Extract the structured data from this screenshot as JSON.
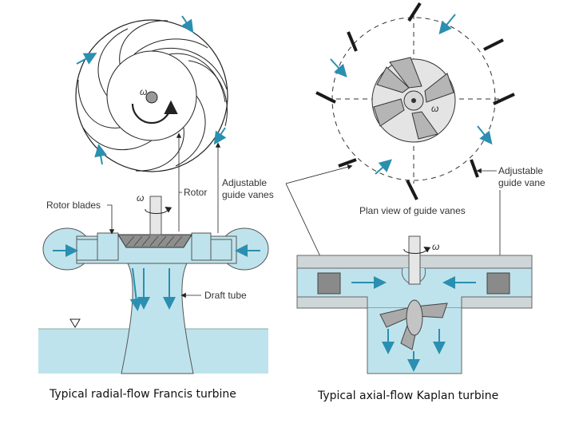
{
  "labels": {
    "omega": "ω",
    "rotor_blades": "Rotor blades",
    "rotor": "Rotor",
    "adjustable_guide_vanes_1": "Adjustable",
    "adjustable_guide_vanes_2": "guide vanes",
    "draft_tube": "Draft tube",
    "adjustable_guide_vane_1": "Adjustable",
    "adjustable_guide_vane_2": "guide vane",
    "plan_view": "Plan view of guide vanes"
  },
  "captions": {
    "francis": "Typical radial-flow Francis turbine",
    "kaplan": "Typical axial-flow Kaplan turbine"
  },
  "colors": {
    "water": "#bfe3ec",
    "arrow": "#2a8fb0",
    "vane": "#1a1a1a",
    "housing": "#8fa0a6"
  }
}
